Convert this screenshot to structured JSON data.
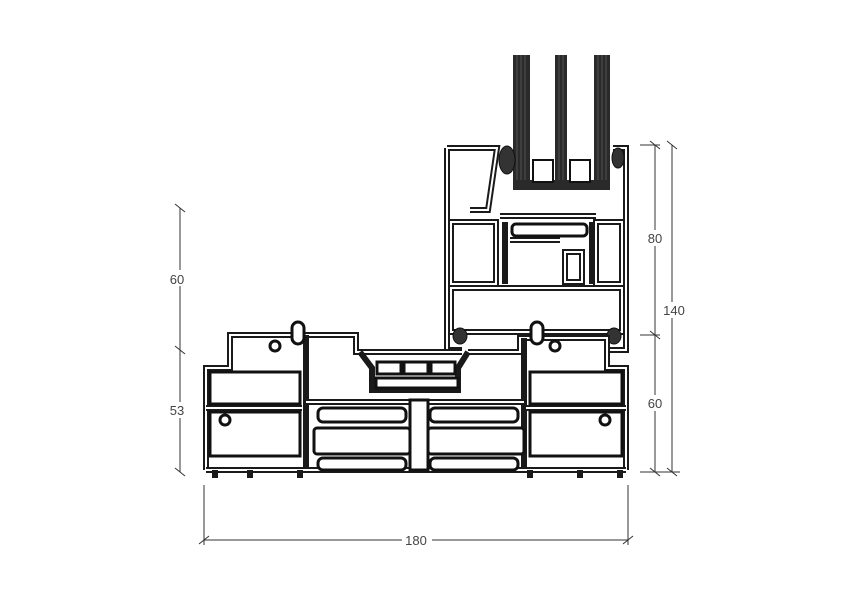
{
  "drawing": {
    "title": "Sliding window profile cross-section",
    "dimensions": {
      "left_upper": "60",
      "left_lower": "53",
      "right_sash": "80",
      "right_total": "140",
      "right_frame": "60",
      "bottom_width": "180"
    },
    "colors": {
      "line": "#1a1a1a",
      "dimension": "#444444"
    }
  }
}
